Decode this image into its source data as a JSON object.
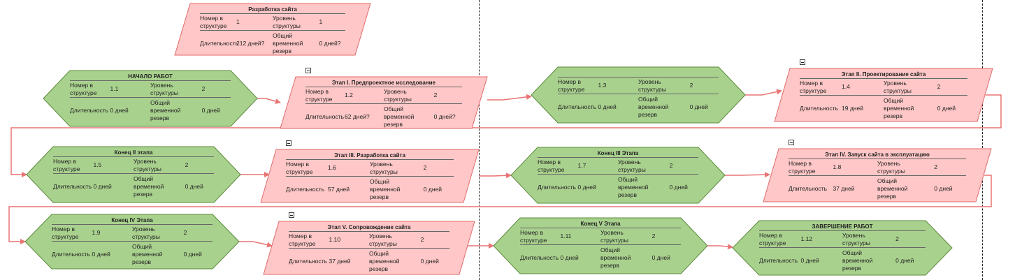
{
  "labels": {
    "number": "Номер в структуре",
    "level": "Уровень структуры",
    "duration": "Длительность",
    "reserve": "Общий временной резерв"
  },
  "colors": {
    "task_fill": "#ffc7c7",
    "task_stroke": "#e06a6a",
    "milestone_fill": "#a9d18e",
    "milestone_stroke": "#5a8a3a",
    "connector": "#e87474"
  },
  "nodes": [
    {
      "id": "summary",
      "kind": "task",
      "title": "Разработка сайта",
      "number": "1",
      "level": "1",
      "duration": "212 дней?",
      "reserve": "0 дней?",
      "collapse": false
    },
    {
      "id": "n1",
      "kind": "milestone",
      "title": "НАЧАЛО РАБОТ",
      "number": "1.1",
      "level": "2",
      "duration": "0 дней",
      "reserve": "0 дней",
      "collapse": false
    },
    {
      "id": "n2",
      "kind": "task",
      "title": "Этап I. Предпроектное исследование",
      "number": "1.2",
      "level": "2",
      "duration": "62 дней?",
      "reserve": "0 дней?",
      "collapse": true
    },
    {
      "id": "n3",
      "kind": "milestone",
      "title": "",
      "number": "1.3",
      "level": "2",
      "duration": "0 дней",
      "reserve": "0 дней",
      "collapse": false
    },
    {
      "id": "n4",
      "kind": "task",
      "title": "Этап II. Проектирование сайта",
      "number": "1.4",
      "level": "2",
      "duration": "19 дней",
      "reserve": "0 дней",
      "collapse": true
    },
    {
      "id": "n5",
      "kind": "milestone",
      "title": "Конец II этапа",
      "number": "1.5",
      "level": "2",
      "duration": "0 дней",
      "reserve": "0 дней",
      "collapse": false
    },
    {
      "id": "n6",
      "kind": "task",
      "title": "Этап III. Разработка сайта",
      "number": "1.6",
      "level": "2",
      "duration": "57 дней",
      "reserve": "0 дней",
      "collapse": true
    },
    {
      "id": "n7",
      "kind": "milestone",
      "title": "Конец III Этапа",
      "number": "1.7",
      "level": "2",
      "duration": "0 дней",
      "reserve": "0 дней",
      "collapse": false
    },
    {
      "id": "n8",
      "kind": "task",
      "title": "Этап IV. Запуск сайта в эксплуатацию",
      "number": "1.8",
      "level": "2",
      "duration": "37 дней",
      "reserve": "0 дней",
      "collapse": true
    },
    {
      "id": "n9",
      "kind": "milestone",
      "title": "Конец IV Этапа",
      "number": "1.9",
      "level": "2",
      "duration": "0 дней",
      "reserve": "0 дней",
      "collapse": false
    },
    {
      "id": "n10",
      "kind": "task",
      "title": "Этап V. Сопровождение сайта",
      "number": "1.10",
      "level": "2",
      "duration": "37 дней",
      "reserve": "0 дней",
      "collapse": true
    },
    {
      "id": "n11",
      "kind": "milestone",
      "title": "Конец V Этапа",
      "number": "1.11",
      "level": "2",
      "duration": "0 дней",
      "reserve": "0 дней",
      "collapse": false
    },
    {
      "id": "n12",
      "kind": "milestone",
      "title": "ЗАВЕРШЕНИЕ РАБОТ",
      "number": "1.12",
      "level": "2",
      "duration": "0 дней",
      "reserve": "0 дней",
      "collapse": false
    }
  ]
}
